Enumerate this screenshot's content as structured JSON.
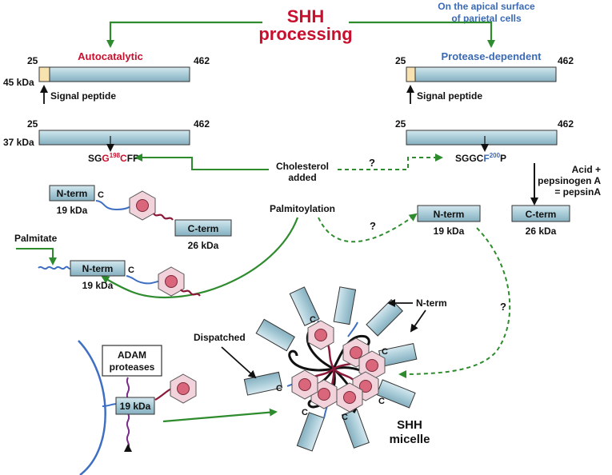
{
  "title": {
    "line1": "SHH",
    "line2": "processing"
  },
  "apical_note": {
    "line1": "On the apical surface",
    "line2": "of parietal cells"
  },
  "left_branch": {
    "name": "Autocatalytic",
    "start_residue": "25",
    "end_residue": "462",
    "size_precursor": "45 kDa",
    "signal_peptide": "Signal peptide",
    "size_processed": "37 kDa",
    "cleave_seq": {
      "pre": "SG",
      "g": "G",
      "num": "198",
      "c": "C",
      "post": "FP"
    }
  },
  "right_branch": {
    "name": "Protease-dependent",
    "start_residue": "25",
    "end_residue": "462",
    "signal_peptide": "Signal peptide",
    "cleave_seq": {
      "pre": "SGGC",
      "f": "F",
      "num": "200",
      "post": "P"
    },
    "acid": {
      "line1": "Acid +",
      "line2": "pepsinogen A",
      "line3": "= pepsinA"
    }
  },
  "cholesterol": {
    "line1": "Cholesterol",
    "line2": "added",
    "question": "?"
  },
  "palmitoylation": {
    "label": "Palmitoylation",
    "question": "?"
  },
  "fragments": {
    "nterm_label": "N-term",
    "cterm_label": "C-term",
    "nterm_size": "19 kDa",
    "cterm_size": "26 kDa",
    "c_letter": "C"
  },
  "palmitate": {
    "label": "Palmitate"
  },
  "adam": {
    "line1": "ADAM",
    "line2": "proteases",
    "size": "19 kDa"
  },
  "micelle": {
    "dispatched": "Dispatched",
    "nterm_pointer": "N-term",
    "question": "?",
    "name_line1": "SHH",
    "name_line2": "micelle"
  },
  "colors": {
    "title_red": "#c8102e",
    "note_blue": "#3a6ab4",
    "arrow_green": "#2e8b2e",
    "box_fill": "#a9ccd8",
    "signal_fill": "#f7e2b0",
    "chol_fill": "#f2d3dc",
    "chol_ring": "#d9667a",
    "palm_blue": "#3f6fc2",
    "tail_maroon": "#8b1a3a",
    "adam_purple": "#7a2a8a"
  }
}
